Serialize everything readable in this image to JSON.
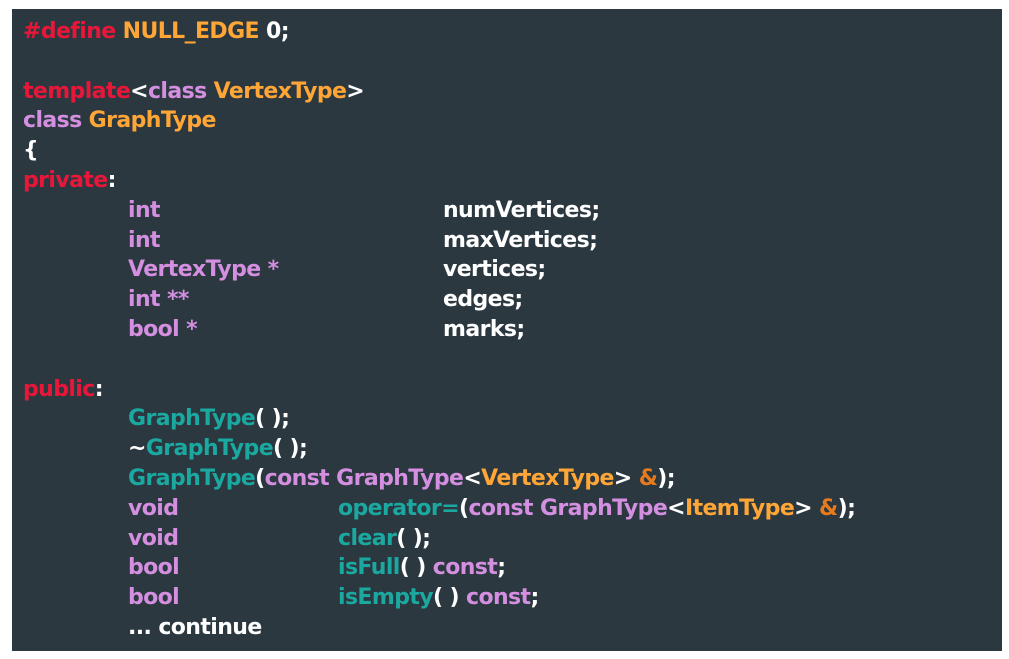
{
  "lines": {
    "l1": {
      "a": "#define",
      "b": " NULL_EDGE",
      "c": " 0;"
    },
    "l3": {
      "a": "template",
      "b": "<",
      "c": "class",
      "d": " VertexType",
      "e": ">"
    },
    "l4": {
      "a": "class",
      "b": " GraphType"
    },
    "l5": {
      "a": "{"
    },
    "l6": {
      "a": "private",
      "b": ":"
    },
    "members": [
      {
        "type": "int",
        "name": "numVertices;"
      },
      {
        "type": "int",
        "name": "maxVertices;"
      },
      {
        "type": "VertexType *",
        "name": "vertices;"
      },
      {
        "type": "int **",
        "name": "edges;"
      },
      {
        "type": "bool *",
        "name": "marks;"
      }
    ],
    "l13": {
      "a": "public",
      "b": ":"
    },
    "l14": {
      "a": "GraphType",
      "b": "( );"
    },
    "l15": {
      "a": "~",
      "b": "GraphType",
      "c": "( );"
    },
    "l16": {
      "a": "GraphType",
      "b": "(",
      "c": "const",
      "d": " GraphType",
      "e": "<",
      "f": "VertexType",
      "g": "> ",
      "h": "&",
      "i": ");"
    },
    "l17": {
      "type": "void",
      "a": "operator=",
      "b": "(",
      "c": "const",
      "d": " GraphType",
      "e": "<",
      "f": "ItemType",
      "g": "> ",
      "h": "&",
      "i": ");"
    },
    "l18": {
      "type": "void",
      "a": "clear",
      "b": "( );"
    },
    "l19": {
      "type": "bool",
      "a": "isFull",
      "b": "( ) ",
      "c": "const",
      "d": ";"
    },
    "l20": {
      "type": "bool",
      "a": "isEmpty",
      "b": "( ) ",
      "c": "const",
      "d": ";"
    },
    "l21": {
      "a": "... continue"
    }
  },
  "colors": {
    "background": "#2b3840",
    "keyword_red": "#e8173a",
    "keyword_pink": "#d48fe0",
    "type_orange": "#ffa636",
    "function_teal": "#1aa8a0",
    "text_white": "#ffffff"
  }
}
